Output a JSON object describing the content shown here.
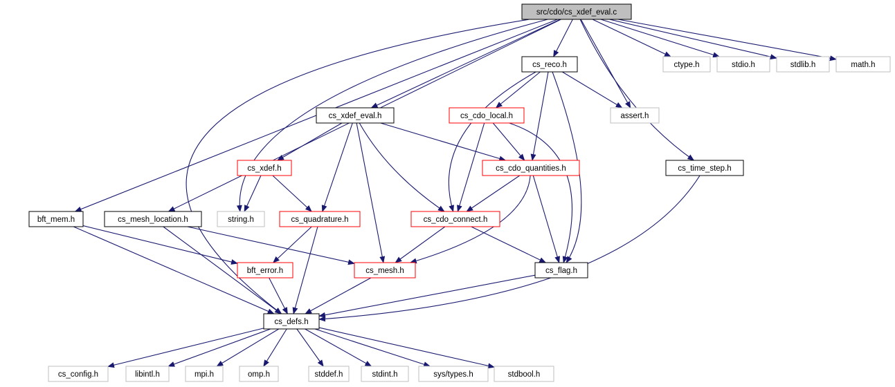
{
  "graph": {
    "colors": {
      "edge": "#191970",
      "node_border_normal": "#000000",
      "node_border_incomplete": "#ff0000",
      "node_border_system": "#bfbfbf",
      "node_fill_root": "#bfbfbf",
      "node_fill": "#ffffff"
    },
    "nodes": [
      {
        "id": "root",
        "label": "src/cdo/cs_xdef_eval.c",
        "kind": "root"
      },
      {
        "id": "cs_reco",
        "label": "cs_reco.h",
        "kind": "normal"
      },
      {
        "id": "ctype",
        "label": "ctype.h",
        "kind": "system"
      },
      {
        "id": "stdio",
        "label": "stdio.h",
        "kind": "system"
      },
      {
        "id": "stdlib",
        "label": "stdlib.h",
        "kind": "system"
      },
      {
        "id": "math",
        "label": "math.h",
        "kind": "system"
      },
      {
        "id": "cs_xdef_eval_h",
        "label": "cs_xdef_eval.h",
        "kind": "normal"
      },
      {
        "id": "cs_cdo_local",
        "label": "cs_cdo_local.h",
        "kind": "incomplete"
      },
      {
        "id": "assert",
        "label": "assert.h",
        "kind": "system"
      },
      {
        "id": "cs_xdef",
        "label": "cs_xdef.h",
        "kind": "incomplete"
      },
      {
        "id": "cs_cdo_quantities",
        "label": "cs_cdo_quantities.h",
        "kind": "incomplete"
      },
      {
        "id": "cs_time_step",
        "label": "cs_time_step.h",
        "kind": "normal"
      },
      {
        "id": "bft_mem",
        "label": "bft_mem.h",
        "kind": "normal"
      },
      {
        "id": "cs_mesh_location",
        "label": "cs_mesh_location.h",
        "kind": "normal"
      },
      {
        "id": "string",
        "label": "string.h",
        "kind": "system"
      },
      {
        "id": "cs_quadrature",
        "label": "cs_quadrature.h",
        "kind": "incomplete"
      },
      {
        "id": "cs_cdo_connect",
        "label": "cs_cdo_connect.h",
        "kind": "incomplete"
      },
      {
        "id": "bft_error",
        "label": "bft_error.h",
        "kind": "incomplete"
      },
      {
        "id": "cs_mesh",
        "label": "cs_mesh.h",
        "kind": "incomplete"
      },
      {
        "id": "cs_flag",
        "label": "cs_flag.h",
        "kind": "normal"
      },
      {
        "id": "cs_defs",
        "label": "cs_defs.h",
        "kind": "normal"
      },
      {
        "id": "cs_config",
        "label": "cs_config.h",
        "kind": "system"
      },
      {
        "id": "libintl",
        "label": "libintl.h",
        "kind": "system"
      },
      {
        "id": "mpi",
        "label": "mpi.h",
        "kind": "system"
      },
      {
        "id": "omp",
        "label": "omp.h",
        "kind": "system"
      },
      {
        "id": "stddef",
        "label": "stddef.h",
        "kind": "system"
      },
      {
        "id": "stdint",
        "label": "stdint.h",
        "kind": "system"
      },
      {
        "id": "systypes",
        "label": "sys/types.h",
        "kind": "system"
      },
      {
        "id": "stdbool",
        "label": "stdbool.h",
        "kind": "system"
      }
    ],
    "edges": [
      {
        "from": "root",
        "to": "cs_reco"
      },
      {
        "from": "root",
        "to": "ctype"
      },
      {
        "from": "root",
        "to": "stdio"
      },
      {
        "from": "root",
        "to": "stdlib"
      },
      {
        "from": "root",
        "to": "math"
      },
      {
        "from": "root",
        "to": "cs_xdef_eval_h"
      },
      {
        "from": "root",
        "to": "assert"
      },
      {
        "from": "root",
        "to": "cs_time_step"
      },
      {
        "from": "root",
        "to": "bft_mem"
      },
      {
        "from": "root",
        "to": "cs_mesh_location"
      },
      {
        "from": "root",
        "to": "string"
      },
      {
        "from": "root",
        "to": "cs_defs"
      },
      {
        "from": "cs_reco",
        "to": "cs_cdo_local"
      },
      {
        "from": "cs_reco",
        "to": "assert"
      },
      {
        "from": "cs_reco",
        "to": "cs_cdo_quantities"
      },
      {
        "from": "cs_reco",
        "to": "cs_cdo_connect"
      },
      {
        "from": "cs_reco",
        "to": "cs_flag"
      },
      {
        "from": "cs_xdef_eval_h",
        "to": "cs_xdef"
      },
      {
        "from": "cs_xdef_eval_h",
        "to": "cs_quadrature"
      },
      {
        "from": "cs_xdef_eval_h",
        "to": "cs_mesh"
      },
      {
        "from": "cs_xdef_eval_h",
        "to": "cs_cdo_connect"
      },
      {
        "from": "cs_xdef_eval_h",
        "to": "cs_cdo_quantities"
      },
      {
        "from": "cs_cdo_local",
        "to": "cs_cdo_quantities"
      },
      {
        "from": "cs_cdo_local",
        "to": "cs_cdo_connect"
      },
      {
        "from": "cs_cdo_local",
        "to": "cs_flag"
      },
      {
        "from": "cs_xdef",
        "to": "string"
      },
      {
        "from": "cs_xdef",
        "to": "cs_quadrature"
      },
      {
        "from": "cs_cdo_quantities",
        "to": "cs_cdo_connect"
      },
      {
        "from": "cs_cdo_quantities",
        "to": "cs_mesh"
      },
      {
        "from": "cs_cdo_quantities",
        "to": "cs_flag"
      },
      {
        "from": "cs_time_step",
        "to": "cs_defs"
      },
      {
        "from": "bft_mem",
        "to": "bft_error"
      },
      {
        "from": "bft_mem",
        "to": "cs_defs"
      },
      {
        "from": "cs_mesh_location",
        "to": "cs_mesh"
      },
      {
        "from": "cs_mesh_location",
        "to": "cs_defs"
      },
      {
        "from": "cs_quadrature",
        "to": "bft_error"
      },
      {
        "from": "cs_quadrature",
        "to": "cs_defs"
      },
      {
        "from": "cs_cdo_connect",
        "to": "cs_mesh"
      },
      {
        "from": "cs_cdo_connect",
        "to": "cs_flag"
      },
      {
        "from": "bft_error",
        "to": "cs_defs"
      },
      {
        "from": "cs_mesh",
        "to": "cs_defs"
      },
      {
        "from": "cs_flag",
        "to": "cs_defs"
      },
      {
        "from": "cs_defs",
        "to": "cs_config"
      },
      {
        "from": "cs_defs",
        "to": "libintl"
      },
      {
        "from": "cs_defs",
        "to": "mpi"
      },
      {
        "from": "cs_defs",
        "to": "omp"
      },
      {
        "from": "cs_defs",
        "to": "stddef"
      },
      {
        "from": "cs_defs",
        "to": "stdint"
      },
      {
        "from": "cs_defs",
        "to": "systypes"
      },
      {
        "from": "cs_defs",
        "to": "stdbool"
      }
    ]
  }
}
